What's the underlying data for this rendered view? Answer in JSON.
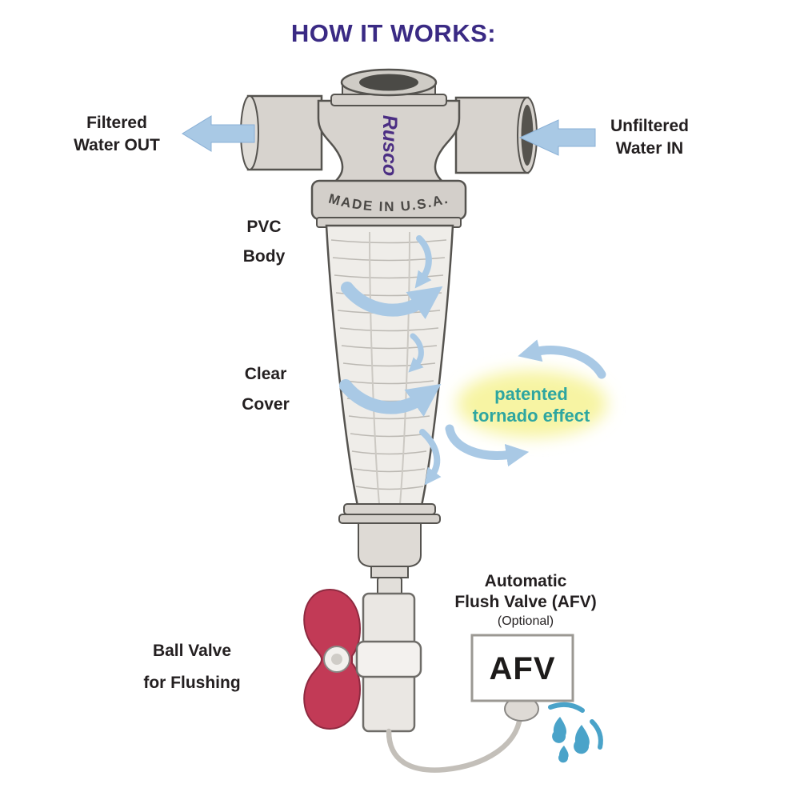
{
  "title": "HOW IT WORKS:",
  "colors": {
    "title": "#3a2a84",
    "label": "#231f20",
    "arrow_blue": "#a9c9e5",
    "tornado_text": "#2ea6a0",
    "tornado_glow": "#f7f4a3",
    "valve_red": "#c23a56",
    "body_gray": "#d7d3ce",
    "droplet_blue": "#4aa3c9",
    "brand_purple": "#4b2e83"
  },
  "labels": {
    "filtered_out_line1": "Filtered",
    "filtered_out_line2": "Water OUT",
    "unfiltered_in_line1": "Unfiltered",
    "unfiltered_in_line2": "Water IN",
    "pvc_body_line1": "PVC",
    "pvc_body_line2": "Body",
    "clear_cover_line1": "Clear",
    "clear_cover_line2": "Cover",
    "made_in_usa": "MADE IN U.S.A.",
    "tornado_line1": "patented",
    "tornado_line2": "tornado effect",
    "afv_line1": "Automatic",
    "afv_line2": "Flush Valve (AFV)",
    "afv_line3": "(Optional)",
    "ball_valve_line1": "Ball Valve",
    "ball_valve_line2": "for Flushing",
    "afv_box": "AFV",
    "brand": "Rusco"
  }
}
